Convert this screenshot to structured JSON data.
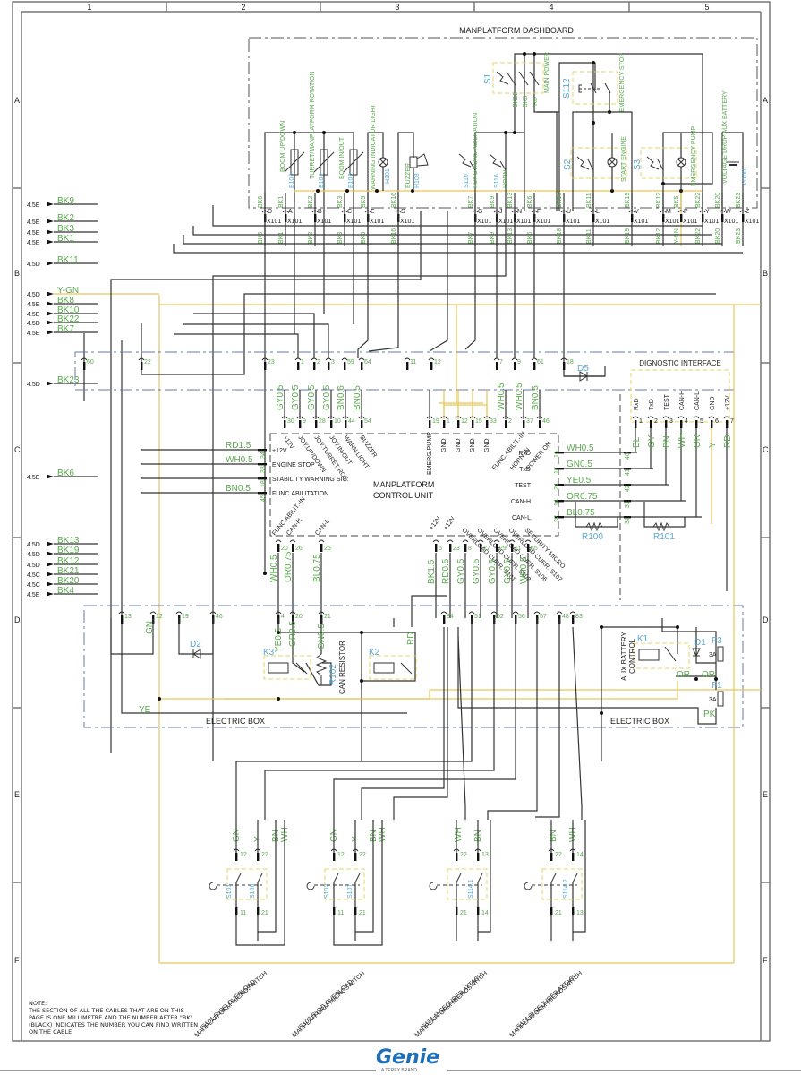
{
  "sheet": {
    "columns": [
      "1",
      "2",
      "3",
      "4",
      "5"
    ],
    "rows": [
      "A",
      "B",
      "C",
      "D",
      "E",
      "F"
    ]
  },
  "dashboard": {
    "title": "MANPLATFORM DASHBOARD",
    "components": [
      {
        "ref": "B103",
        "label": "BOOM UP/DOWN"
      },
      {
        "ref": "B104",
        "label": "TURRET/MANPLATFORM ROTATION"
      },
      {
        "ref": "B105",
        "label": "BOOM IN/OUT"
      },
      {
        "ref": "H101",
        "label": "WARNING INDICATOR LIGHT"
      },
      {
        "ref": "H108",
        "label": "BUZZER"
      },
      {
        "ref": "S110",
        "label": "FUNCTIONS ABILITATION"
      },
      {
        "ref": "S116",
        "label": "HORN"
      },
      {
        "ref": "S1",
        "label": "MAIN POWER"
      },
      {
        "ref": "S112",
        "label": "EMERGENCY STOP"
      },
      {
        "ref": "S2",
        "label": "START ENGINE"
      },
      {
        "ref": "S3",
        "label": "EMERGENCY PUMP"
      },
      {
        "ref": "G100",
        "label": "VOLTAGE DROP AUX BATTERY"
      }
    ],
    "s1_wires": [
      "BK13",
      "BK6",
      "RD"
    ],
    "connector": "X101",
    "pins": [
      {
        "pin": "D",
        "top": "BK6",
        "bottom": "BK6"
      },
      {
        "pin": "A",
        "top": "BK1",
        "bottom": "BK1"
      },
      {
        "pin": "B",
        "top": "BK2",
        "bottom": "BK2"
      },
      {
        "pin": "C",
        "top": "BK3",
        "bottom": "BK3"
      },
      {
        "pin": "E",
        "top": "BK5",
        "bottom": "BK5"
      },
      {
        "pin": "S",
        "top": "BK16",
        "bottom": "BK16"
      },
      {
        "pin": "G",
        "top": "BK7",
        "bottom": "BK7"
      },
      {
        "pin": "J",
        "top": "BK9",
        "bottom": "BK9"
      },
      {
        "pin": "N",
        "top": "BK13",
        "bottom": "BK13"
      },
      {
        "pin": "F",
        "top": "BK6",
        "bottom": "BK6"
      },
      {
        "pin": "U",
        "top": "BK18",
        "bottom": "BK18"
      },
      {
        "pin": "L",
        "top": "BK11",
        "bottom": "BK11"
      },
      {
        "pin": "V",
        "top": "BK19",
        "bottom": "BK19"
      },
      {
        "pin": "M",
        "top": "BK12",
        "bottom": "BK12"
      },
      {
        "pin": "P",
        "top": "BK5",
        "bottom": "Y-GN"
      },
      {
        "pin": "Y",
        "top": "BK22",
        "bottom": "BK22"
      },
      {
        "pin": "W",
        "top": "BK20",
        "bottom": "BK20"
      },
      {
        "pin": "Z",
        "top": "BK23",
        "bottom": "BK23"
      }
    ]
  },
  "offpage_refs": [
    {
      "ref": "4.5E",
      "wire": "BK9"
    },
    {
      "ref": "4.5E",
      "wire": "BK2"
    },
    {
      "ref": "4.5E",
      "wire": "BK3"
    },
    {
      "ref": "4.5E",
      "wire": "BK1"
    },
    {
      "ref": "4.5D",
      "wire": "BK11"
    },
    {
      "ref": "4.5D",
      "wire": "Y-GN"
    },
    {
      "ref": "4.5E",
      "wire": "BK8"
    },
    {
      "ref": "4.5E",
      "wire": "BK10"
    },
    {
      "ref": "4.5D",
      "wire": "BK22"
    },
    {
      "ref": "4.5E",
      "wire": "BK7"
    },
    {
      "ref": "4.5D",
      "wire": "BK23"
    },
    {
      "ref": "4.5E",
      "wire": "BK6"
    },
    {
      "ref": "4.5D",
      "wire": "BK13"
    },
    {
      "ref": "4.5D",
      "wire": "BK19"
    },
    {
      "ref": "4.5D",
      "wire": "BK12"
    },
    {
      "ref": "4.5C",
      "wire": "BK21"
    },
    {
      "ref": "4.5C",
      "wire": "BK20"
    },
    {
      "ref": "4.5E",
      "wire": "BK4"
    }
  ],
  "upper_box_pins": [
    "60",
    "22",
    "23",
    "1",
    "2",
    "3",
    "59",
    "64",
    "11",
    "12",
    "7",
    "9",
    "61",
    "18"
  ],
  "control_unit": {
    "title_line1": "MANPLATFORM",
    "title_line2": "CONTROL UNIT",
    "top_pins": [
      {
        "pin": "30",
        "signal": "+12V",
        "wire": "GY0.5"
      },
      {
        "pin": "9",
        "signal": "JOY.UP/DOWN",
        "wire": "GY0.5"
      },
      {
        "pin": "28",
        "signal": "JOY.TURRET ROT.",
        "wire": "GY0.5"
      },
      {
        "pin": "10",
        "signal": "JOY.IN/OUT",
        "wire": "GY0.5"
      },
      {
        "pin": "44",
        "signal": "WARN.LIGHT",
        "wire": "BN0.6"
      },
      {
        "pin": "54",
        "signal": "BUZZER",
        "wire": "BN0.5"
      }
    ],
    "top_right_pins": [
      {
        "pin": "19",
        "signal": "EMERG.PUMP"
      },
      {
        "pin": "1",
        "signal": "GND"
      },
      {
        "pin": "12",
        "signal": "GND"
      },
      {
        "pin": "15",
        "signal": "GND"
      },
      {
        "pin": "33",
        "signal": "GND"
      },
      {
        "pin": "2",
        "signal": "FUNC.ABILIT.-IN",
        "wire": "WH0.5"
      },
      {
        "pin": "37",
        "signal": "HORN-IN",
        "wire": "WH0.5"
      },
      {
        "pin": "46",
        "signal": "POWER ON",
        "wire": "BN0.5"
      }
    ],
    "left_pins": [
      {
        "pin": "34",
        "signal": "+12V",
        "wire": "RD1.5"
      },
      {
        "pin": "38",
        "signal": "ENGINE STOP",
        "wire": "WH0.5"
      },
      {
        "pin": "18",
        "signal": "STABILITY WARNING SIG.",
        "wire": ""
      },
      {
        "pin": "45",
        "signal": "FUNC.ABILITATION",
        "wire": "BN0.5"
      }
    ],
    "right_pins": [
      {
        "pin": "16",
        "signal": "RxD",
        "wire": "WH0.5"
      },
      {
        "pin": "17",
        "signal": "TxD",
        "wire": "GN0.5"
      },
      {
        "pin": "24",
        "signal": "TEST",
        "wire": "YE0.5"
      },
      {
        "pin": "14",
        "signal": "CAN-H",
        "wire": "OR0.75"
      },
      {
        "pin": "32",
        "signal": "CAN-L",
        "wire": "BL0.75"
      }
    ],
    "bottom_left_pins": [
      {
        "pin": "20",
        "signal": "FUNC.ABILIT.-IN",
        "wire": "WH0.5"
      },
      {
        "pin": "26",
        "signal": "CAN-H",
        "wire": "OR0.75"
      },
      {
        "pin": "25",
        "signal": "CAN-L",
        "wire": "BL0.75"
      }
    ],
    "bottom_right_pins": [
      {
        "pin": "5",
        "signal": "+12V",
        "wire": "BK1.5"
      },
      {
        "pin": "23",
        "signal": "+12V",
        "wire": "RD0.5"
      },
      {
        "pin": "8",
        "signal": "OVERLOAD CURR. S101",
        "wire": "GY0.5"
      },
      {
        "pin": "27",
        "signal": "OVERLOAD CURR. S102",
        "wire": "GY0.5"
      },
      {
        "pin": "29",
        "signal": "OVERLOAD CURR. S106",
        "wire": "GY0.5"
      },
      {
        "pin": "11",
        "signal": "OVERLOAD CURR. S107",
        "wire": "GY0.5"
      },
      {
        "pin": "55",
        "signal": "SECURITY MICRO",
        "wire": "WH0.5"
      }
    ]
  },
  "diagnostic": {
    "title": "DIGNOSTIC INTERFACE",
    "pins": [
      {
        "n": "1",
        "signal": "RxD",
        "wire": "BL",
        "mid": "40"
      },
      {
        "n": "2",
        "signal": "TxD",
        "wire": "GY",
        "mid": "41"
      },
      {
        "n": "3",
        "signal": "TEST",
        "wire": "BN",
        "mid": "42"
      },
      {
        "n": "4",
        "signal": "CAN-H",
        "wire": "WH",
        "mid": "31"
      },
      {
        "n": "5",
        "signal": "CAN-L",
        "wire": "OR",
        "mid": "32"
      },
      {
        "n": "6",
        "signal": "GND",
        "wire": "Y"
      },
      {
        "n": "7",
        "signal": "+12V",
        "wire": "RD"
      }
    ],
    "resistors": [
      "R100",
      "R101"
    ],
    "diode": "D5"
  },
  "electric_box": {
    "label": "ELECTRIC BOX",
    "pins_left": [
      "13",
      "12",
      "19",
      "46",
      "4",
      "20",
      "21"
    ],
    "pins_right": [
      "84",
      "51",
      "52",
      "56",
      "57",
      "48",
      "83"
    ],
    "wire_gn": "GN",
    "wire_ye": "YE",
    "wire_rd": "RD",
    "wire_pk": "PK",
    "wire_or": "OR",
    "k3": {
      "ref": "K3",
      "wire1": "YE0.5",
      "wire2": "OR0.5"
    },
    "r102": {
      "ref": "R102",
      "label": "CAN RESISTOR",
      "wire": "GN0.5"
    },
    "k2": {
      "ref": "K2"
    },
    "k1": {
      "ref": "K1",
      "label": "AUX BATTERY CONTROL"
    },
    "d1": "D1",
    "d2": "D2",
    "fuses": [
      {
        "ref": "F3",
        "rating": "3A"
      },
      {
        "ref": "F1",
        "rating": "3A"
      }
    ]
  },
  "microswitches": [
    {
      "refs": [
        "S101",
        "S106"
      ],
      "wires": [
        "GN",
        "Y",
        "BN",
        "WH"
      ],
      "top_pins": [
        "12",
        "22"
      ],
      "bottom_pins": [
        "11",
        "21"
      ],
      "caption_line1": "(S101,S106) OVERLOAD",
      "caption_line2": "MANPLATFORM MICROSWITCH"
    },
    {
      "refs": [
        "S102",
        "S107"
      ],
      "wires": [
        "GN",
        "Y",
        "BN",
        "WH"
      ],
      "top_pins": [
        "12",
        "22"
      ],
      "bottom_pins": [
        "11",
        "21"
      ],
      "caption_line1": "(S102,S107) OVERLOAD",
      "caption_line2": "MANPLATFORM MICROSWITCH"
    },
    {
      "refs": [
        "S114.1"
      ],
      "wires": [
        "WH",
        "BN"
      ],
      "top_pins": [
        "22",
        "13"
      ],
      "bottom_pins": [
        "21",
        "14"
      ],
      "caption_line1": "(S114.1) SECURED ATTACH",
      "caption_line2": "MANPLATFORM MICROSWITCH"
    },
    {
      "refs": [
        "S114.2"
      ],
      "wires": [
        "BN",
        "WH"
      ],
      "top_pins": [
        "22",
        "14"
      ],
      "bottom_pins": [
        "21",
        "13"
      ],
      "caption_line1": "(S114.2) SECURED ATTACH",
      "caption_line2": "MANPLATFORM MICROSWITCH"
    }
  ],
  "note": {
    "title": "NOTE:",
    "text": "THE SECTION OF ALL THE CABLES THAT ARE ON THIS PAGE IS ONE MILLIMETRE AND THE NUMBER AFTER \"BK\" (BLACK) INDICATES THE NUMBER YOU CAN FIND WRITTEN ON THE CABLE"
  },
  "brand": {
    "name": "Genie",
    "tagline": "A TEREX BRAND"
  }
}
